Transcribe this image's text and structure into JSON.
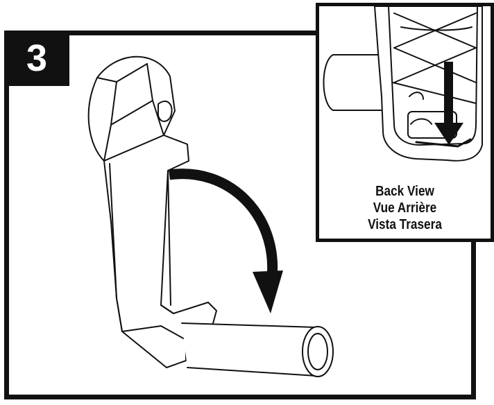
{
  "step": {
    "number": "3"
  },
  "inset": {
    "caption_lines": [
      "Back View",
      "Vue Arrière",
      "Vista Trasera"
    ]
  },
  "colors": {
    "ink": "#111111",
    "background": "#ffffff"
  },
  "illustration": {
    "main": "handle-crank-with-rotation-arrow",
    "inset": "handle-back-view-with-down-arrow"
  }
}
